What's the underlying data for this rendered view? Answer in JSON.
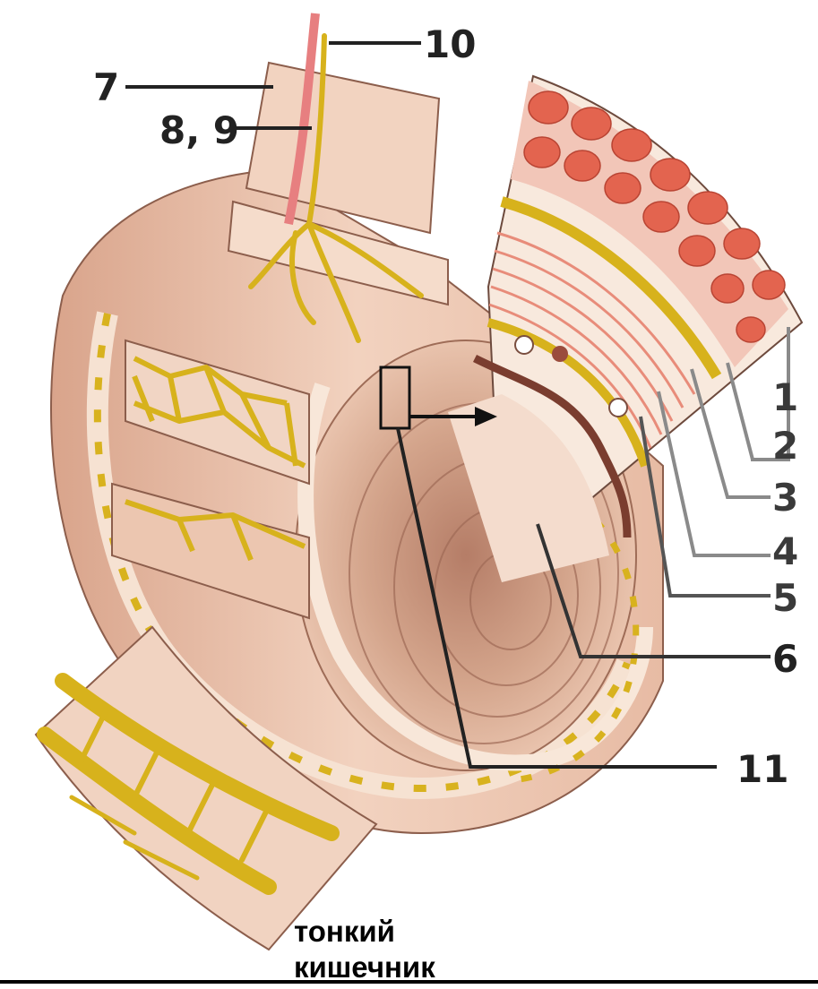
{
  "labels": {
    "l1": "1",
    "l2": "2",
    "l3": "3",
    "l4": "4",
    "l5": "5",
    "l6": "6",
    "l7": "7",
    "l89": "8, 9",
    "l10": "10",
    "l11": "11"
  },
  "caption": {
    "line1": "тонкий",
    "line2": "кишечник"
  },
  "colors": {
    "wall": "#efc9b4",
    "wall_shadow": "#d9a68c",
    "lumen": "#c99a82",
    "nerve": "#d7b21c",
    "muscle": "#e3644f",
    "vessel": "#e77f80",
    "leader_dark": "#222222",
    "leader_grey": "#7b7b7b"
  }
}
